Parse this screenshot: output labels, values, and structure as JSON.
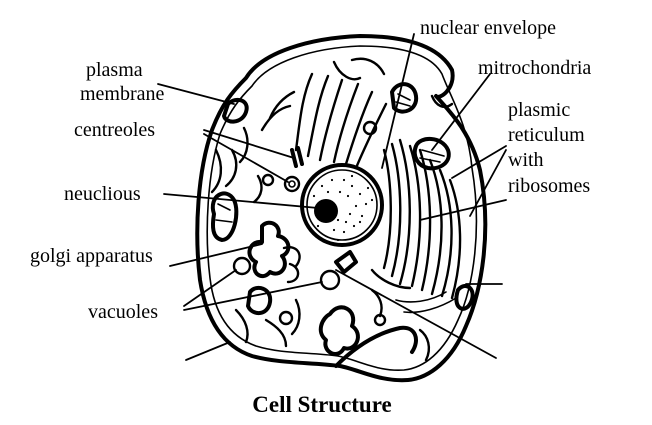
{
  "title": "Cell Structure",
  "labels": {
    "nuclear_envelope": "nuclear  envelope",
    "mitochondria": "mitrochondria",
    "plasma_membrane_1": "plasma",
    "plasma_membrane_2": "membrane",
    "centrioles": "centreoles",
    "plasmic_reticulum_1": "plasmic",
    "plasmic_reticulum_2": "reticulum",
    "plasmic_reticulum_3": "with",
    "plasmic_reticulum_4": "ribosomes",
    "nucleus": "neuclious",
    "golgi_apparatus": "golgi apparatus",
    "vacuoles": "vacuoles"
  },
  "colors": {
    "ink": "#000000",
    "background": "#ffffff"
  }
}
